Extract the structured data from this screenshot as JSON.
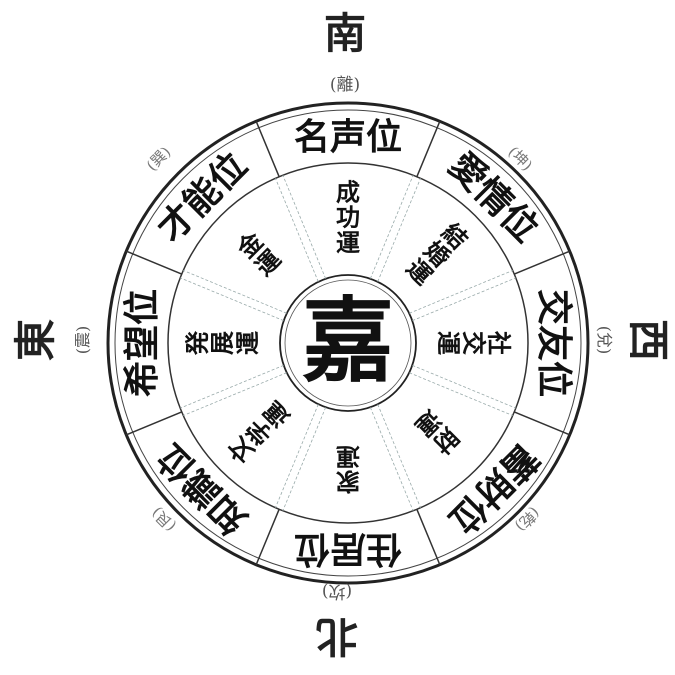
{
  "directions": {
    "south": {
      "label": "南",
      "trigram": "(離)"
    },
    "north": {
      "label": "北",
      "trigram": "(坎)"
    },
    "east": {
      "label": "東",
      "trigram": "(震)"
    },
    "west": {
      "label": "西",
      "trigram": "(兌)"
    },
    "southeast": {
      "trigram": "(巽)"
    },
    "southwest": {
      "trigram": "(坤)"
    },
    "northeast": {
      "trigram": "(艮)"
    },
    "northwest": {
      "trigram": "(乾)"
    }
  },
  "outer_ring": [
    {
      "dir": "S",
      "label": "名声位"
    },
    {
      "dir": "SW",
      "label": "愛情位"
    },
    {
      "dir": "W",
      "label": "交友位"
    },
    {
      "dir": "NW",
      "label": "蓄財位"
    },
    {
      "dir": "N",
      "label": "住居位"
    },
    {
      "dir": "NE",
      "label": "知識位"
    },
    {
      "dir": "E",
      "label": "希望位"
    },
    {
      "dir": "SE",
      "label": "才能位"
    }
  ],
  "inner_ring": [
    {
      "dir": "S",
      "label": "成功運"
    },
    {
      "dir": "SW",
      "label": "結婚運"
    },
    {
      "dir": "W",
      "label": "社交運"
    },
    {
      "dir": "NW",
      "label": "財運"
    },
    {
      "dir": "N",
      "label": "家運"
    },
    {
      "dir": "NE",
      "label": "文学運"
    },
    {
      "dir": "E",
      "label": "発展運"
    },
    {
      "dir": "SE",
      "label": "金運"
    }
  ],
  "center": {
    "label": "嘉"
  }
}
